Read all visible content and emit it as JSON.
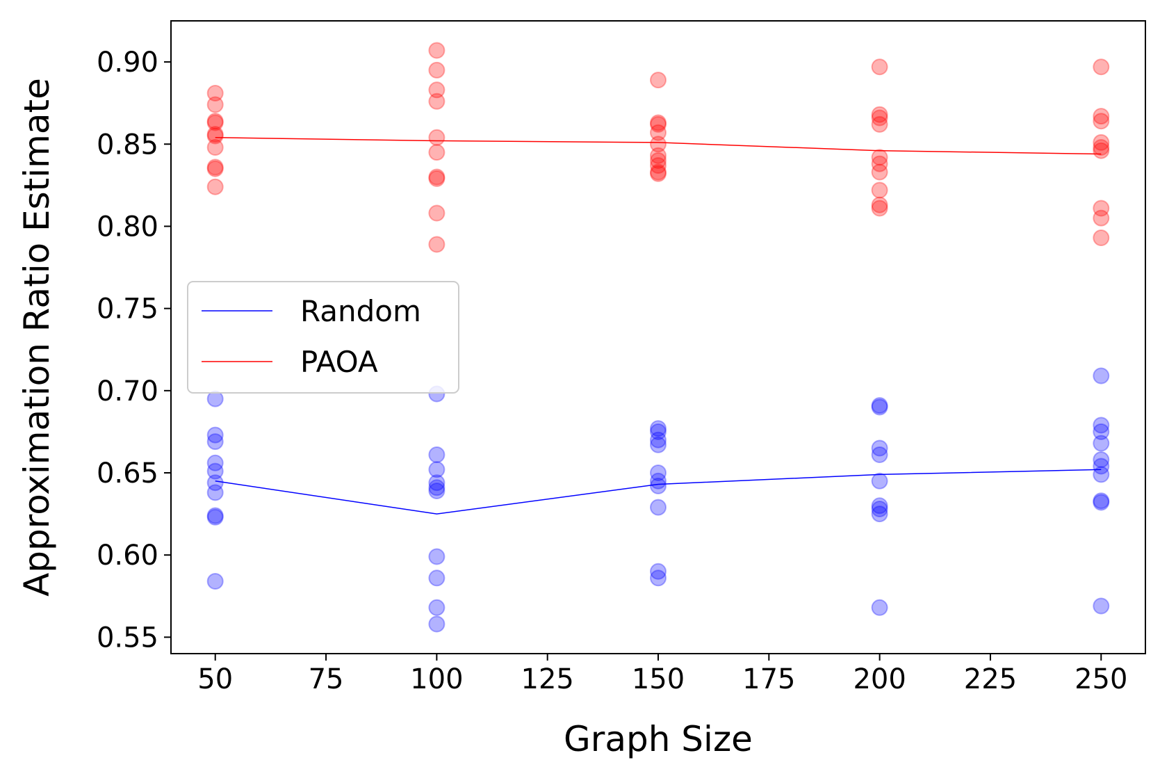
{
  "chart_data": {
    "type": "scatter",
    "title": "",
    "xlabel": "Graph Size",
    "ylabel": "Approximation Ratio Estimate",
    "xlim": [
      40,
      260
    ],
    "ylim": [
      0.54,
      0.925
    ],
    "xticks": [
      "50",
      "75",
      "100",
      "125",
      "150",
      "175",
      "200",
      "225",
      "250"
    ],
    "yticks": [
      "0.55",
      "0.60",
      "0.65",
      "0.70",
      "0.75",
      "0.80",
      "0.85",
      "0.90"
    ],
    "grid": false,
    "legend_position": "center-left",
    "series": [
      {
        "name": "Random",
        "color": "#0000ff",
        "mean_line": {
          "x": [
            50,
            100,
            150,
            200,
            250
          ],
          "y": [
            0.645,
            0.625,
            0.643,
            0.649,
            0.652
          ]
        },
        "points": [
          {
            "x": 50,
            "ys": [
              0.695,
              0.673,
              0.669,
              0.656,
              0.651,
              0.644,
              0.638,
              0.624,
              0.623,
              0.584
            ]
          },
          {
            "x": 100,
            "ys": [
              0.698,
              0.661,
              0.652,
              0.644,
              0.641,
              0.639,
              0.599,
              0.586,
              0.568,
              0.558
            ]
          },
          {
            "x": 150,
            "ys": [
              0.677,
              0.675,
              0.67,
              0.667,
              0.65,
              0.645,
              0.642,
              0.629,
              0.59,
              0.586
            ]
          },
          {
            "x": 200,
            "ys": [
              0.691,
              0.69,
              0.665,
              0.661,
              0.645,
              0.63,
              0.628,
              0.625,
              0.568
            ]
          },
          {
            "x": 250,
            "ys": [
              0.709,
              0.679,
              0.675,
              0.668,
              0.658,
              0.654,
              0.649,
              0.633,
              0.632,
              0.569
            ]
          }
        ]
      },
      {
        "name": "PAOA",
        "color": "#ff0000",
        "mean_line": {
          "x": [
            50,
            100,
            150,
            200,
            250
          ],
          "y": [
            0.854,
            0.852,
            0.851,
            0.846,
            0.844
          ]
        },
        "points": [
          {
            "x": 50,
            "ys": [
              0.881,
              0.874,
              0.864,
              0.863,
              0.856,
              0.855,
              0.848,
              0.836,
              0.835,
              0.824
            ]
          },
          {
            "x": 100,
            "ys": [
              0.907,
              0.895,
              0.883,
              0.876,
              0.854,
              0.845,
              0.83,
              0.829,
              0.808,
              0.789
            ]
          },
          {
            "x": 150,
            "ys": [
              0.889,
              0.863,
              0.862,
              0.857,
              0.85,
              0.843,
              0.84,
              0.837,
              0.833,
              0.832
            ]
          },
          {
            "x": 200,
            "ys": [
              0.897,
              0.868,
              0.866,
              0.862,
              0.842,
              0.838,
              0.833,
              0.822,
              0.813,
              0.811
            ]
          },
          {
            "x": 250,
            "ys": [
              0.897,
              0.867,
              0.864,
              0.851,
              0.848,
              0.846,
              0.811,
              0.805,
              0.793
            ]
          }
        ]
      }
    ]
  }
}
